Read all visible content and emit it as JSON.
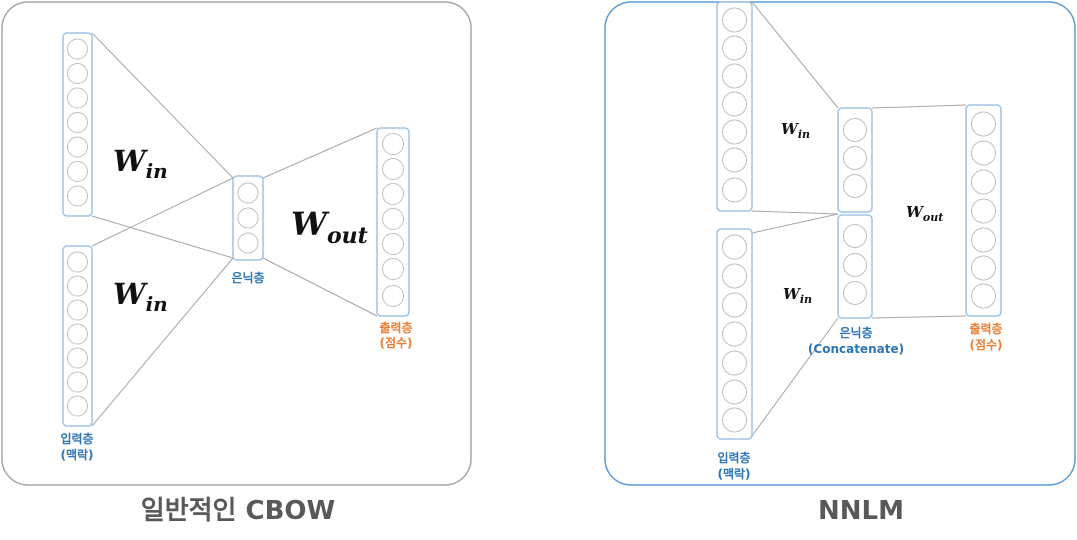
{
  "colors": {
    "left_panel_border": "#a6a6a6",
    "right_panel_border": "#5b9bd5",
    "layer_border": "#9dc3e6",
    "neuron_border": "#bfbfbf",
    "connector": "#a6a6a6",
    "input_hidden_label": "#2e75b6",
    "output_label": "#ed7d31",
    "caption": "#595959"
  },
  "cbow": {
    "caption": "일반적인 CBOW",
    "w_in_top": {
      "base": "W",
      "sub": "in"
    },
    "w_in_bottom": {
      "base": "W",
      "sub": "in"
    },
    "w_out": {
      "base": "W",
      "sub": "out"
    },
    "input_label": {
      "line1": "입력층",
      "line2": "(맥락)"
    },
    "hidden_label": "은닉층",
    "output_label": {
      "line1": "출력층",
      "line2": "(점수)"
    }
  },
  "nnlm": {
    "caption": "NNLM",
    "w_in_top": {
      "base": "W",
      "sub": "in"
    },
    "w_in_bottom": {
      "base": "W",
      "sub": "in"
    },
    "w_out": {
      "base": "W",
      "sub": "out"
    },
    "input_label": {
      "line1": "입력층",
      "line2": "(맥락)"
    },
    "hidden_label": {
      "line1": "은닉층",
      "line2": "(Concatenate)"
    },
    "output_label": {
      "line1": "출력층",
      "line2": "(점수)"
    }
  }
}
